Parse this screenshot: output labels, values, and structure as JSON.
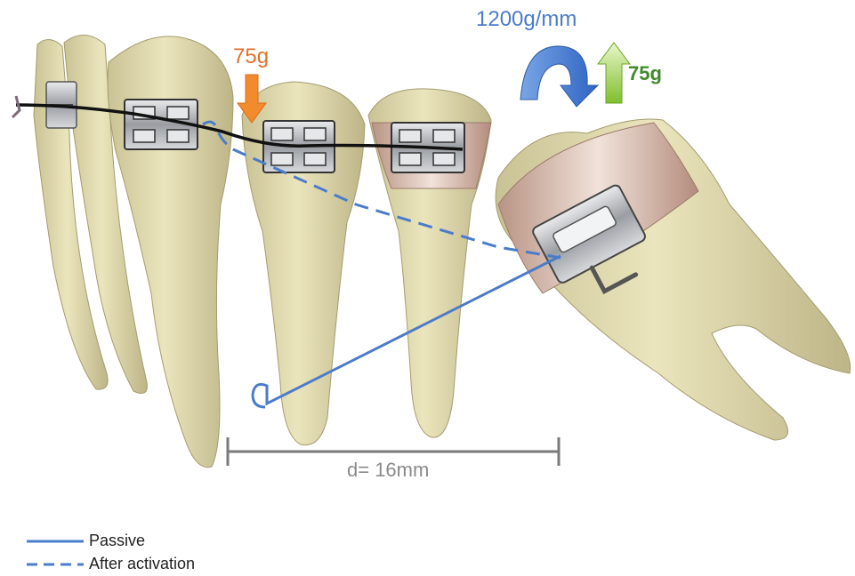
{
  "labels": {
    "moment": "1200g/mm",
    "force_down": "75g",
    "force_up": "75g",
    "distance": "d= 16mm"
  },
  "legend": {
    "passive": "Passive",
    "after_activation": "After activation"
  },
  "colors": {
    "wire": "#4a7cc9",
    "arch_wire": "#111111",
    "moment_arrow": "#4a7cc9",
    "force_down_arrow": "#f28a2e",
    "force_up_arrow": "#9cd04a",
    "dimension_line": "#7a7a7a",
    "tooth": "#e2dcae",
    "band": "#d9b9a8",
    "bracket": "#b9bcc0"
  }
}
